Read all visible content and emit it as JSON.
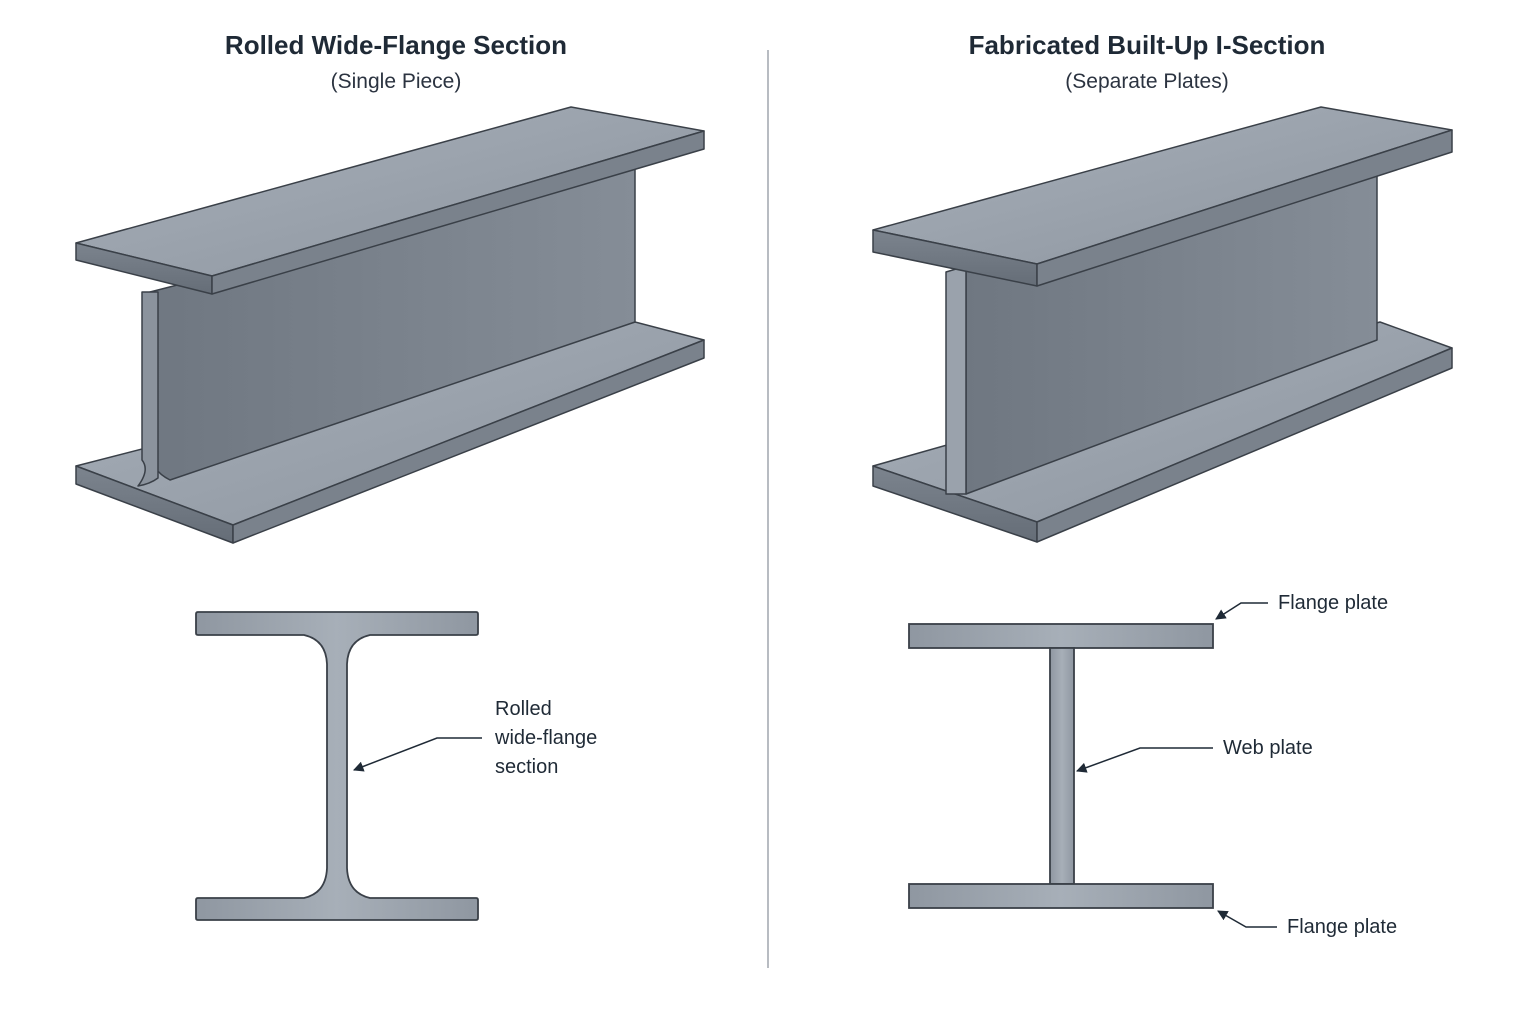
{
  "left_panel": {
    "title": "Rolled Wide-Flange Section",
    "subtitle": "(Single Piece)",
    "callout": [
      "Rolled",
      "wide-flange",
      "section"
    ]
  },
  "right_panel": {
    "title": "Fabricated Built-Up I-Section",
    "subtitle": "(Separate Plates)",
    "callout_top_flange": "Flange plate",
    "callout_web": "Web plate",
    "callout_bottom_flange": "Flange plate"
  },
  "colors": {
    "steel_light": "#a3abb5",
    "steel_mid": "#8a929c",
    "steel_dark": "#6b737d",
    "outline": "#3a4048",
    "divider": "#b8bcc2"
  }
}
